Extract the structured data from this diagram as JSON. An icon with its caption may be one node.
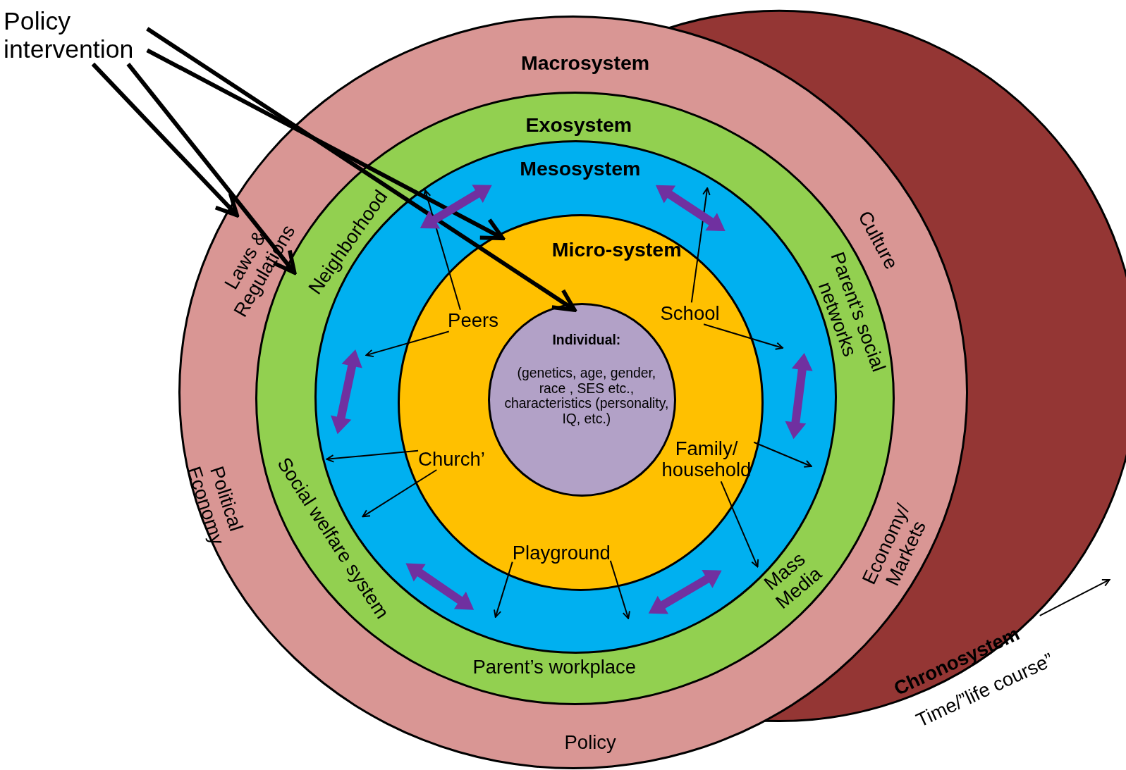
{
  "diagram": {
    "nodes": [
      {
        "text": [
          "Policy intervention"
        ]
      },
      {
        "text": [
          "Macrosystem"
        ]
      },
      {
        "text": [
          "Exosystem"
        ],
        "in": 1
      },
      {
        "text": [
          "Mesosystem"
        ],
        "in": 2
      },
      {
        "text": [
          "Micro-system"
        ],
        "in": 3
      },
      {
        "text": [
          "Peers"
        ],
        "in": 4
      },
      {
        "text": [
          "School"
        ],
        "in": 4
      },
      {
        "text": [
          "Individual:",
          "(genetics, age, gender, race , SES etc., characteristics (personality, IQ, etc.)"
        ],
        "in": 4
      },
      {
        "text": [
          "Church’"
        ],
        "in": 4
      },
      {
        "text": [
          "Family/ household"
        ],
        "in": 4
      },
      {
        "text": [
          "Playground"
        ],
        "in": 4
      }
    ],
    "edges": [
      {
        "from": 0,
        "to": 1,
        "arrow": "to",
        "style": "thick"
      },
      {
        "from": 0,
        "to": 2,
        "arrow": "to",
        "style": "thick"
      },
      {
        "from": 0,
        "to": 4,
        "arrow": "to",
        "style": "thick"
      },
      {
        "from": 0,
        "to": 7,
        "arrow": "to",
        "style": "thick"
      },
      {
        "from": 5,
        "to": 3,
        "arrow": "to"
      },
      {
        "from": 5,
        "to": 3,
        "arrow": "to"
      },
      {
        "from": 6,
        "to": 3,
        "arrow": "to"
      },
      {
        "from": 6,
        "to": 3,
        "arrow": "to"
      },
      {
        "from": 8,
        "to": 3,
        "arrow": "to"
      },
      {
        "from": 8,
        "to": 3,
        "arrow": "to"
      },
      {
        "from": 9,
        "to": 3,
        "arrow": "to"
      },
      {
        "from": 9,
        "to": 3,
        "arrow": "to"
      },
      {
        "from": 10,
        "to": 3,
        "arrow": "to"
      },
      {
        "from": 10,
        "to": 3,
        "arrow": "to"
      }
    ],
    "labels": [
      "Culture",
      "Laws & Regulations",
      "Neighborhood",
      "Parent’s social networks",
      "Political Economy",
      "Social welfare system",
      "Economy/ Markets",
      "Mass Media",
      "Parent’s workplace",
      "Chronosystem",
      "Time/”life course”",
      "Policy"
    ]
  }
}
